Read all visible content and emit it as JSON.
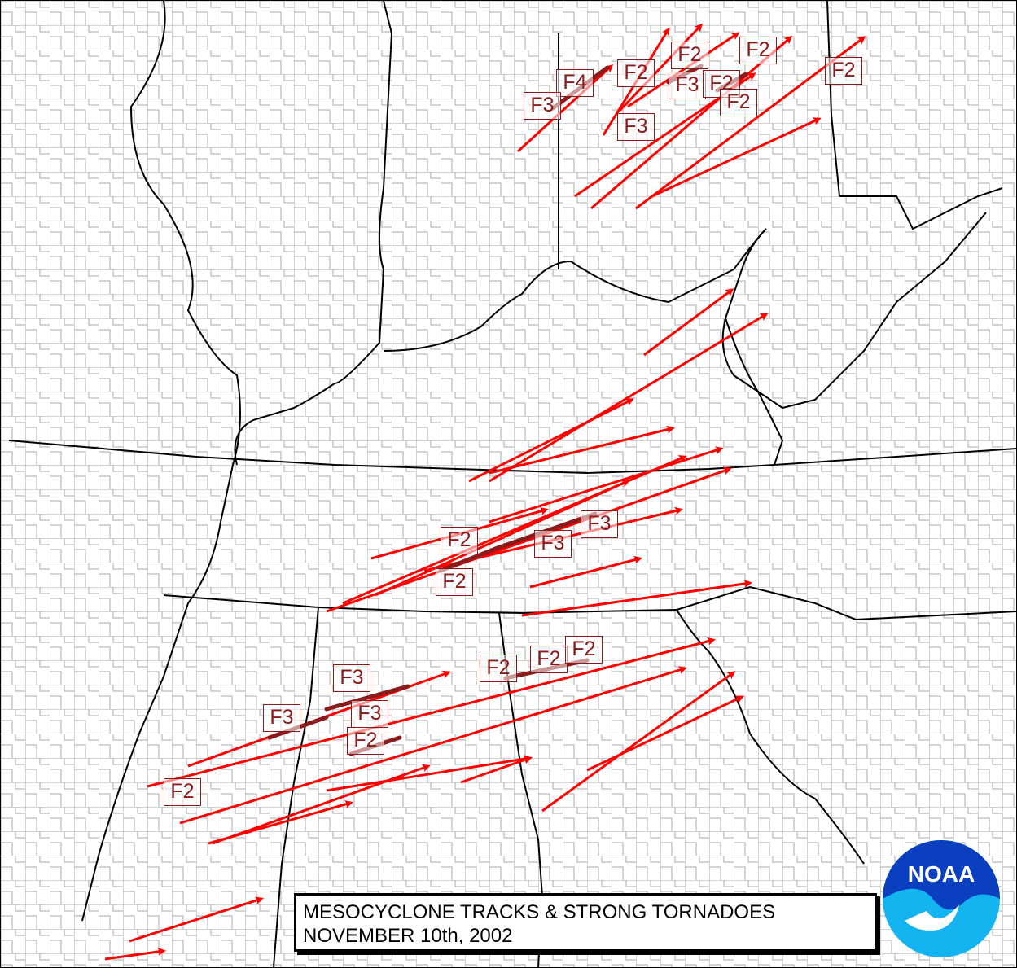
{
  "title": {
    "line1": "MESOCYCLONE TRACKS & STRONG TORNADOES",
    "line2": "NOVEMBER 10th, 2002"
  },
  "logo": {
    "text": "NOAA"
  },
  "colors": {
    "track": "#ff0000",
    "strong_tornado": "#8b1a1a",
    "state_border": "#000000",
    "county_border": "#a8a8a8",
    "noaa_blue": "#0a3fbf",
    "noaa_light": "#14b4f0"
  },
  "ratings": [
    {
      "id": "f4-nw-ohio",
      "text": "F4"
    },
    {
      "id": "f3-nw-ohio",
      "text": "F3"
    },
    {
      "id": "f2-ohio-a",
      "text": "F2"
    },
    {
      "id": "f2-ohio-b",
      "text": "F2"
    },
    {
      "id": "f3-ohio-a",
      "text": "F3"
    },
    {
      "id": "f3-ohio-b",
      "text": "F3"
    },
    {
      "id": "f2-ohio-c",
      "text": "F2"
    },
    {
      "id": "f2-ohio-d",
      "text": "F2"
    },
    {
      "id": "f2-ohio-e",
      "text": "F2"
    },
    {
      "id": "f2-ohio-f",
      "text": "F2"
    },
    {
      "id": "f2-tn-a",
      "text": "F2"
    },
    {
      "id": "f2-tn-b",
      "text": "F2"
    },
    {
      "id": "f3-tn-a",
      "text": "F3"
    },
    {
      "id": "f3-tn-b",
      "text": "F3"
    },
    {
      "id": "f3-ms-al-a",
      "text": "F3"
    },
    {
      "id": "f3-ms-al-b",
      "text": "F3"
    },
    {
      "id": "f3-ms-al-c",
      "text": "F3"
    },
    {
      "id": "f2-ms-al-a",
      "text": "F2"
    },
    {
      "id": "f2-ms",
      "text": "F2"
    },
    {
      "id": "f2-al-a",
      "text": "F2"
    },
    {
      "id": "f2-al-b",
      "text": "F2"
    },
    {
      "id": "f2-al-c",
      "text": "F2"
    }
  ]
}
